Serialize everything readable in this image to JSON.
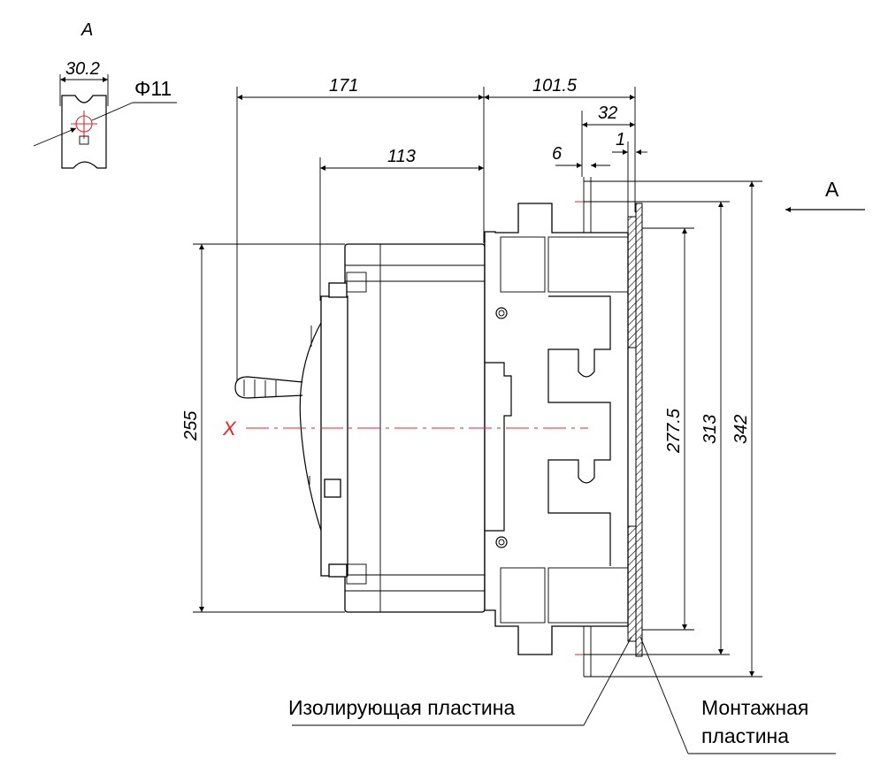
{
  "view_letter": "A",
  "view_arrow_label": "A",
  "axis_label": "X",
  "detail": {
    "width": "30.2",
    "hole": "Φ11"
  },
  "dimensions": {
    "d171": "171",
    "d113": "113",
    "d101_5": "101.5",
    "d32": "32",
    "d6": "6",
    "d1": "1",
    "d255": "255",
    "d277_5": "277.5",
    "d313": "313",
    "d342": "342"
  },
  "labels": {
    "insulating_plate": "Изолирующая пластина",
    "mounting_plate_line1": "Монтажная",
    "mounting_plate_line2": "пластина"
  },
  "colors": {
    "line": "#000000",
    "axis": "#e0262c"
  }
}
